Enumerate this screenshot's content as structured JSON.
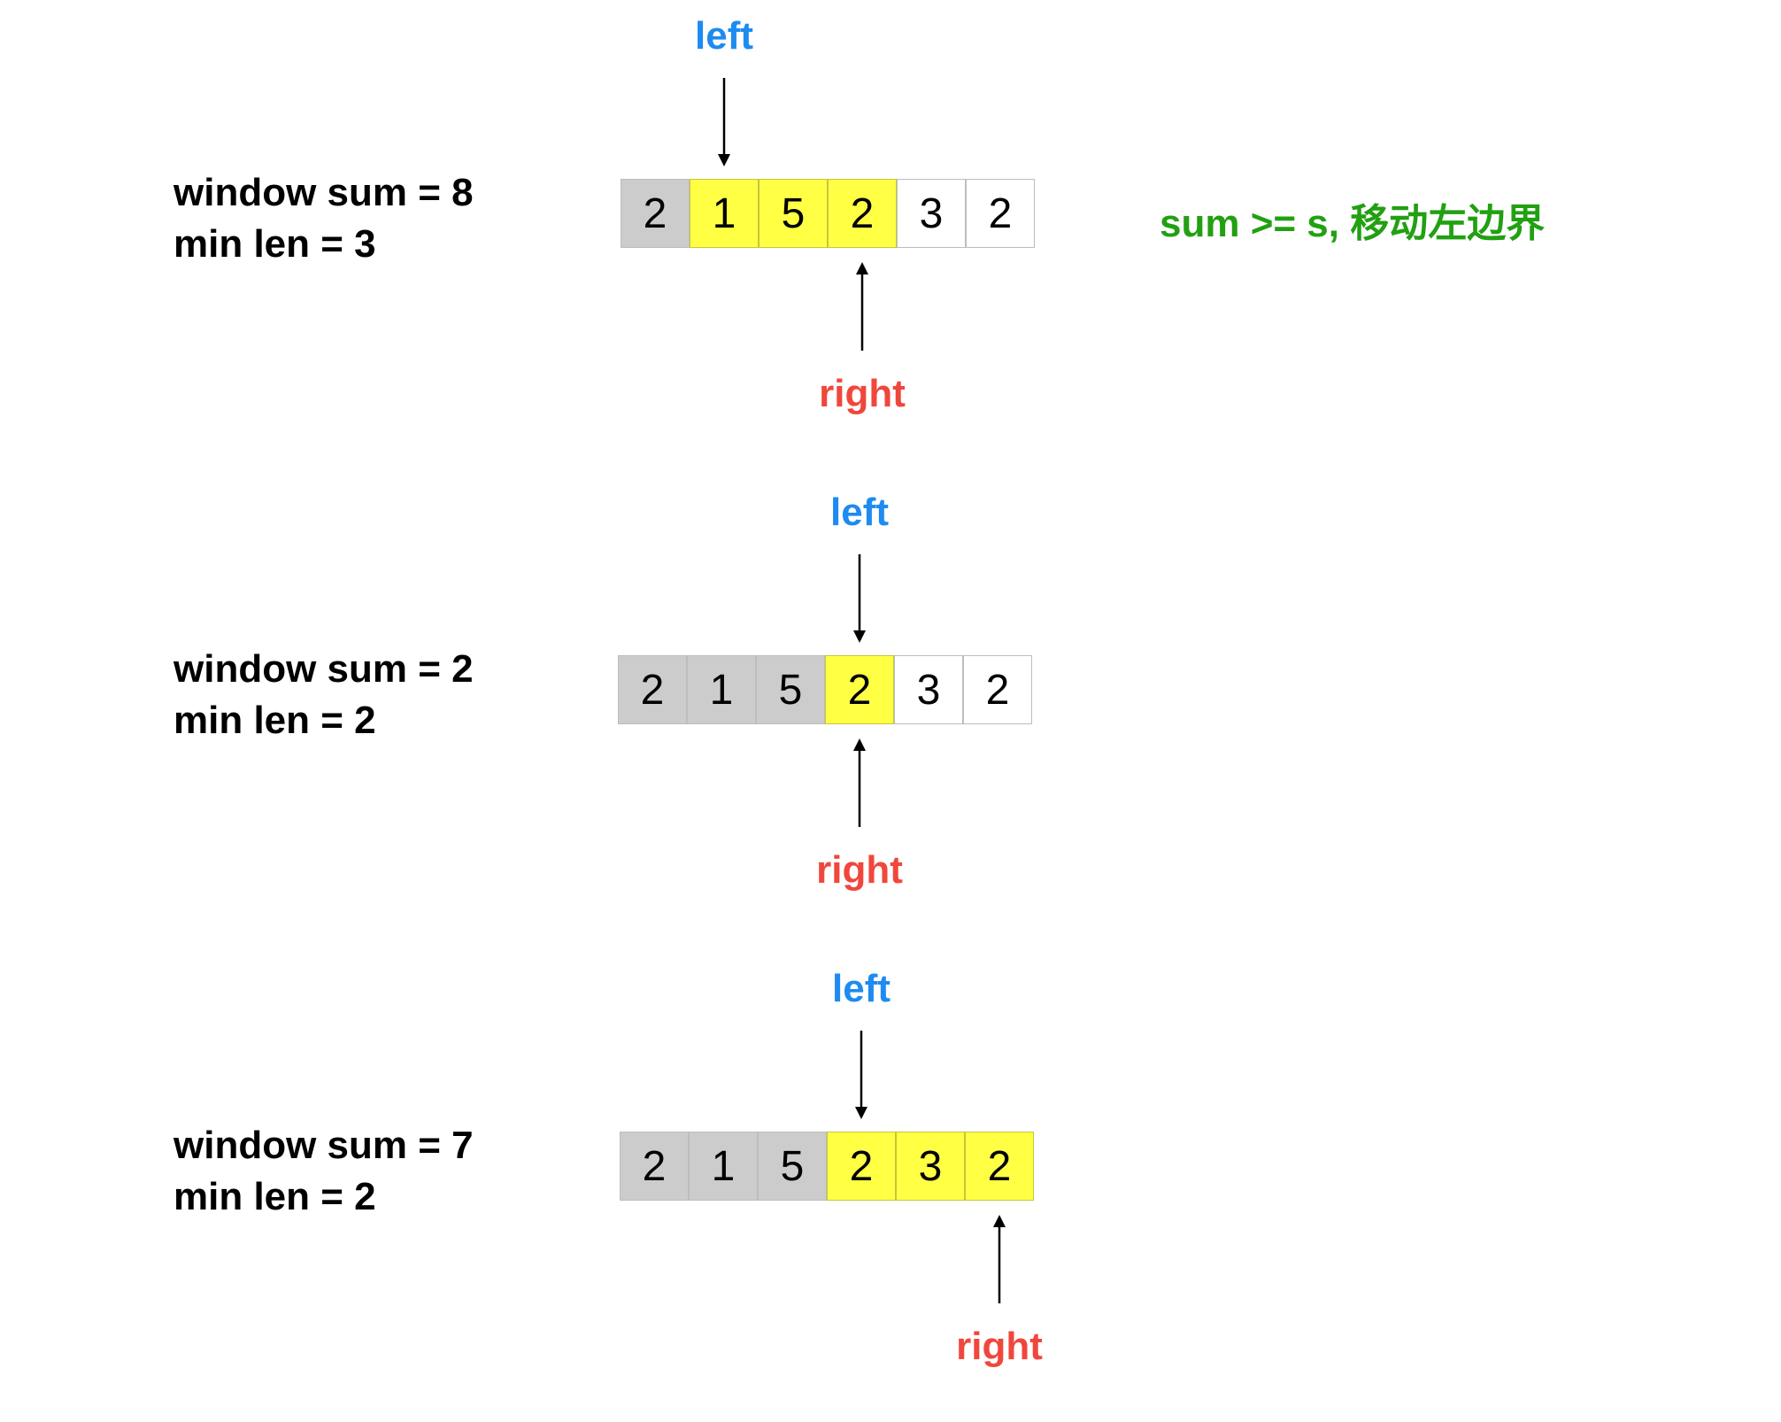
{
  "steps": [
    {
      "window_sum": "window sum = 8",
      "min_len": "min len = 3",
      "cells": [
        {
          "value": "2",
          "state": "outside"
        },
        {
          "value": "1",
          "state": "window"
        },
        {
          "value": "5",
          "state": "window"
        },
        {
          "value": "2",
          "state": "window"
        },
        {
          "value": "3",
          "state": "pending"
        },
        {
          "value": "2",
          "state": "pending"
        }
      ],
      "left_label": "left",
      "left_index": 1,
      "right_label": "right",
      "right_index": 3,
      "note": "sum >= s, 移动左边界"
    },
    {
      "window_sum": "window sum = 2",
      "min_len": "min len = 2",
      "cells": [
        {
          "value": "2",
          "state": "outside"
        },
        {
          "value": "1",
          "state": "outside"
        },
        {
          "value": "5",
          "state": "outside"
        },
        {
          "value": "2",
          "state": "window"
        },
        {
          "value": "3",
          "state": "pending"
        },
        {
          "value": "2",
          "state": "pending"
        }
      ],
      "left_label": "left",
      "left_index": 3,
      "right_label": "right",
      "right_index": 3
    },
    {
      "window_sum": "window sum = 7",
      "min_len": "min len = 2",
      "cells": [
        {
          "value": "2",
          "state": "outside"
        },
        {
          "value": "1",
          "state": "outside"
        },
        {
          "value": "5",
          "state": "outside"
        },
        {
          "value": "2",
          "state": "window"
        },
        {
          "value": "3",
          "state": "window"
        },
        {
          "value": "2",
          "state": "window"
        }
      ],
      "left_label": "left",
      "left_index": 3,
      "right_label": "right",
      "right_index": 5
    }
  ],
  "colors": {
    "outside": "#cccccc",
    "window": "#ffff44",
    "pending": "#ffffff",
    "left_label": "#1e8bf0",
    "right_label": "#f0473c",
    "note": "#22a012"
  }
}
